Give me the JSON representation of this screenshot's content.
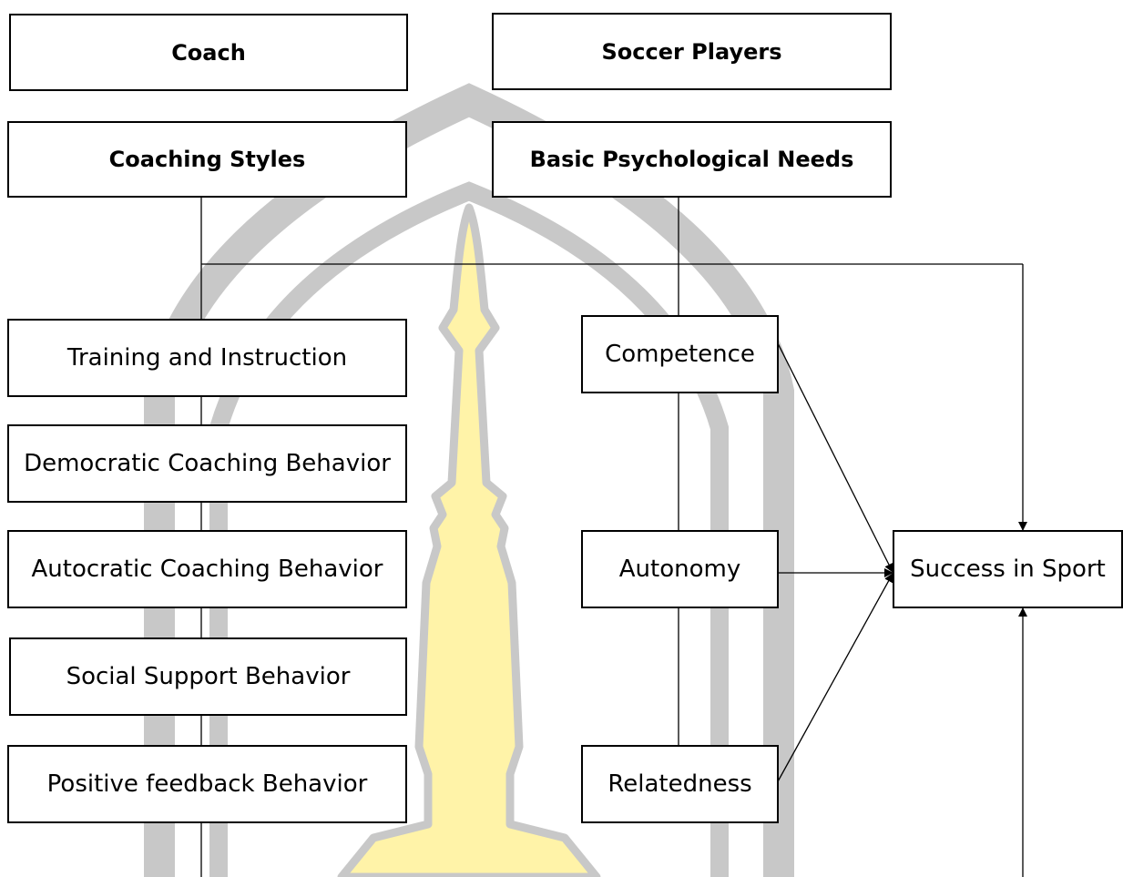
{
  "header": {
    "coach": "Coach",
    "players": "Soccer Players"
  },
  "sections": {
    "coaching_styles": "Coaching Styles",
    "basic_needs": "Basic Psychological Needs"
  },
  "coaching_behaviors": [
    "Training and Instruction",
    "Democratic Coaching Behavior",
    "Autocratic Coaching Behavior",
    "Social Support Behavior",
    "Positive feedback Behavior"
  ],
  "psych_needs": [
    "Competence",
    "Autonomy",
    "Relatedness"
  ],
  "outcome": "Success in Sport",
  "colors": {
    "line": "#000000",
    "watermark_gray": "#c8c8c8",
    "watermark_yellow": "#fff3a8"
  }
}
